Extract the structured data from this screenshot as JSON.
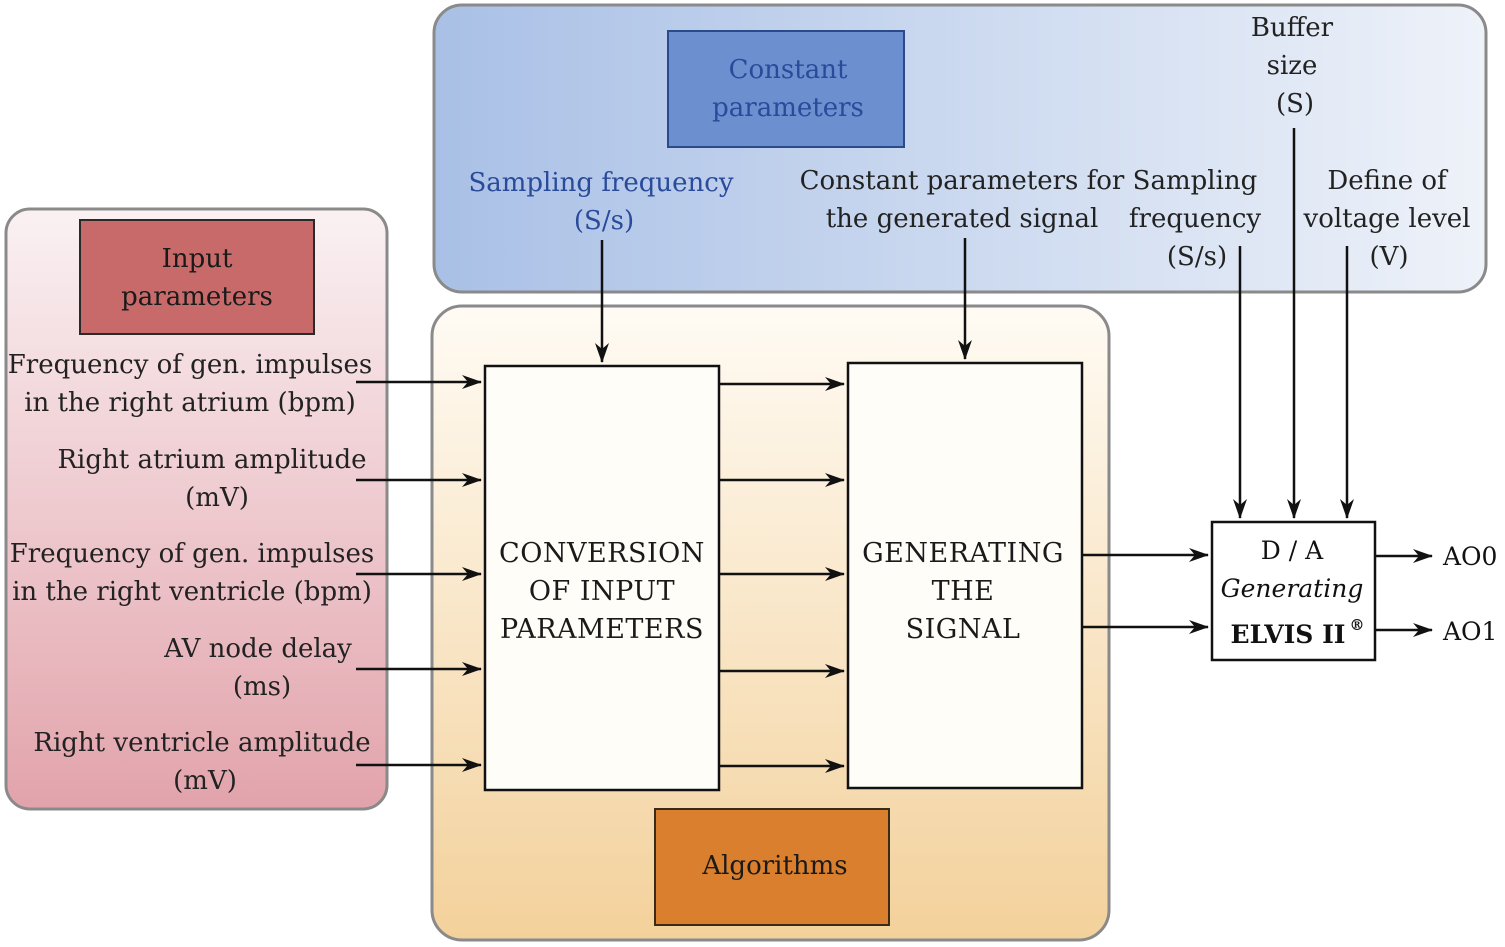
{
  "input_group": {
    "title": [
      "Input",
      "parameters"
    ],
    "items": [
      [
        "Frequency of gen. impulses",
        "in the right atrium (bpm)"
      ],
      [
        "Right atrium amplitude",
        "(mV)"
      ],
      [
        "Frequency of gen. impulses",
        "in the right ventricle (bpm)"
      ],
      [
        "AV node delay",
        "(ms)"
      ],
      [
        "Right ventricle amplitude",
        "(mV)"
      ]
    ]
  },
  "constant_group": {
    "title": [
      "Constant",
      "parameters"
    ],
    "sampling_frequency": [
      "Sampling frequency",
      "(S/s)"
    ],
    "constant_params_signal": [
      "Constant parameters for",
      "the generated signal"
    ],
    "sampling_frequency_2": [
      "Sampling",
      "frequency",
      "(S/s)"
    ],
    "buffer_size": [
      "Buffer",
      "size",
      "(S)"
    ],
    "voltage_level": [
      "Define of",
      "voltage level",
      "(V)"
    ]
  },
  "algorithms_group": {
    "title": "Algorithms",
    "conversion_block": [
      "CONVERSION",
      "OF INPUT",
      "PARAMETERS"
    ],
    "generating_block": [
      "GENERATING",
      "THE",
      "SIGNAL"
    ]
  },
  "da_block": {
    "line1": "D / A",
    "line2": "Generating",
    "line3": "ELVIS II",
    "mark": "®"
  },
  "outputs": [
    "AO0",
    "AO1"
  ],
  "colors": {
    "input_panel_top": "#faf0f2",
    "input_panel_bottom": "#e3a7ae",
    "input_title_box": "#c96a6a",
    "constant_panel_left": "#a9c0e6",
    "constant_panel_right": "#eef2f8",
    "constant_title_box": "#6c8fd0",
    "algorithms_panel_top": "#fffaf2",
    "algorithms_panel_bottom": "#f4d39e",
    "algorithms_title_box": "#d97f2d"
  }
}
